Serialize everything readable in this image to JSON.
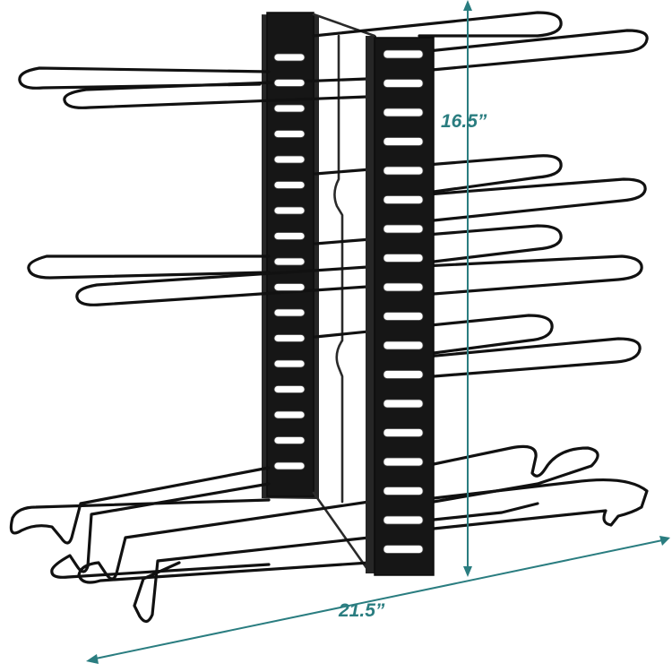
{
  "dimensions": {
    "height_label": "16.5”",
    "width_label": "21.5”",
    "color": "#2a7d80"
  },
  "product": {
    "frame_color": "#161616",
    "panel_slots": 18
  }
}
